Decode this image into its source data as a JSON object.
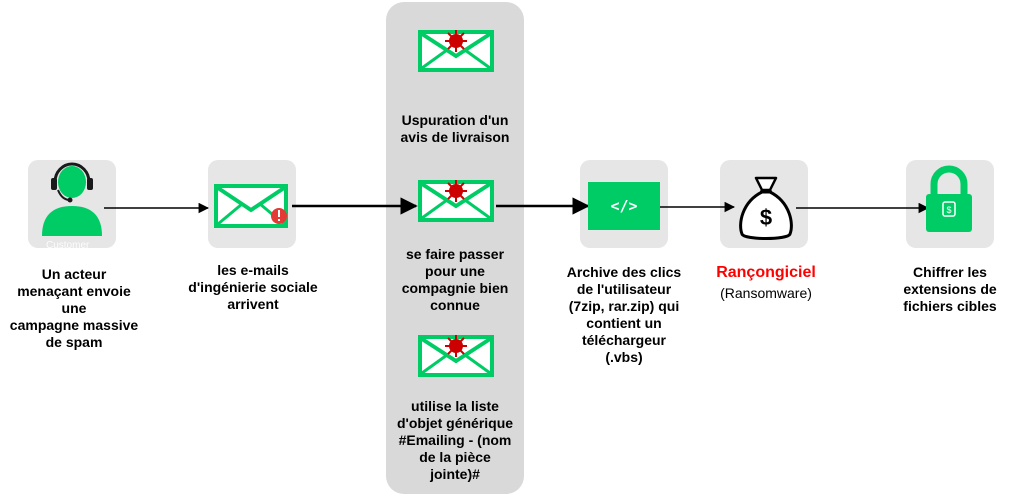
{
  "colors": {
    "green": "#00cc66",
    "tile": "#e6e6e6",
    "panel": "#d9d9d9",
    "accent_red": "#ff0000",
    "virus": "#cc0000"
  },
  "nodes": {
    "actor": {
      "icon": "support-agent-icon",
      "watermark": "Customer",
      "lines": [
        "Un acteur",
        "menaçant envoie",
        "une",
        "campagne massive",
        "de spam"
      ]
    },
    "emails": {
      "icon": "mail-alert-icon",
      "lines": [
        "les e-mails",
        "d'ingénierie sociale",
        "arrivent"
      ]
    },
    "panel": {
      "items": [
        {
          "icon": "infected-mail-icon",
          "lines": [
            "Uspuration d'un",
            "avis de livraison"
          ]
        },
        {
          "icon": "infected-mail-icon",
          "lines": [
            "se faire passer",
            "pour une",
            "compagnie bien",
            "connue"
          ]
        },
        {
          "icon": "infected-mail-icon",
          "lines": [
            "utilise la liste",
            "d'objet générique",
            "#Emailing - (nom",
            "de la pièce",
            "jointe)#"
          ]
        }
      ]
    },
    "archive": {
      "icon": "code-icon",
      "code_text": "</>",
      "lines": [
        "Archive des clics",
        "de l'utilisateur",
        "(7zip, rar.zip) qui",
        "contient un",
        "téléchargeur",
        "(.vbs)"
      ]
    },
    "ransom": {
      "icon": "money-bag-icon",
      "title": "Rançongiciel",
      "subtitle": "(Ransomware)"
    },
    "encrypt": {
      "icon": "lock-icon",
      "lines": [
        "Chiffrer les",
        "extensions de",
        "fichiers cibles"
      ]
    }
  }
}
